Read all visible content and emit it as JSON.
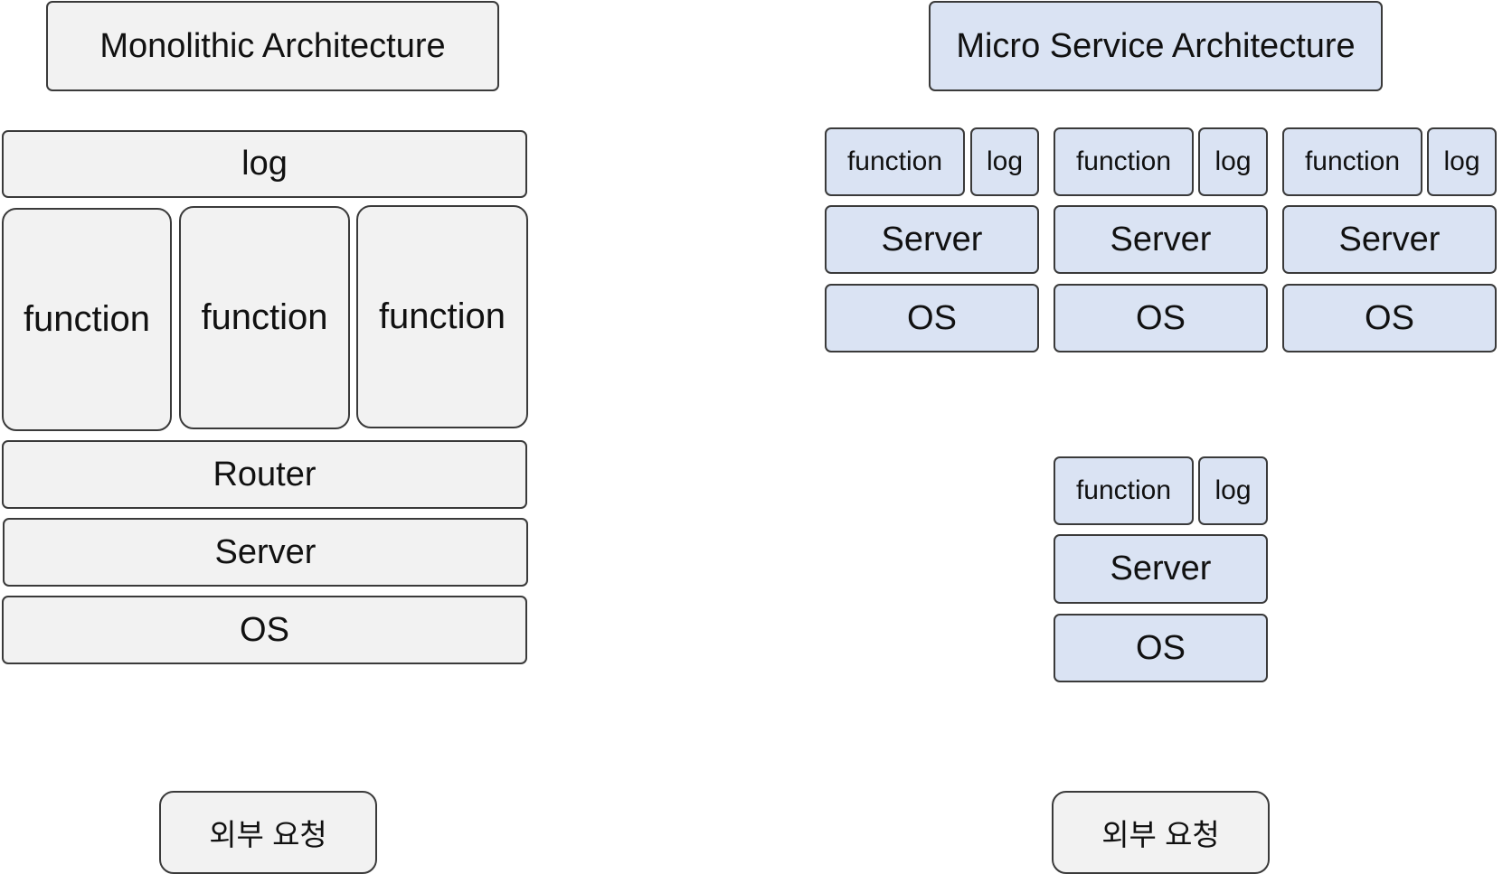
{
  "monolithic": {
    "title": "Monolithic Architecture",
    "log": "log",
    "functions": [
      "function",
      "function",
      "function"
    ],
    "router": "Router",
    "server": "Server",
    "os": "OS",
    "request": "외부 요청"
  },
  "micro": {
    "title": "Micro Service Architecture",
    "services": [
      {
        "function": "function",
        "log": "log",
        "server": "Server",
        "os": "OS"
      },
      {
        "function": "function",
        "log": "log",
        "server": "Server",
        "os": "OS"
      },
      {
        "function": "function",
        "log": "log",
        "server": "Server",
        "os": "OS"
      },
      {
        "function": "function",
        "log": "log",
        "server": "Server",
        "os": "OS"
      }
    ],
    "request": "외부 요청"
  },
  "colors": {
    "monolithic_fill": "#f2f2f2",
    "micro_fill": "#dae3f3",
    "border": "#3a3a3a"
  }
}
